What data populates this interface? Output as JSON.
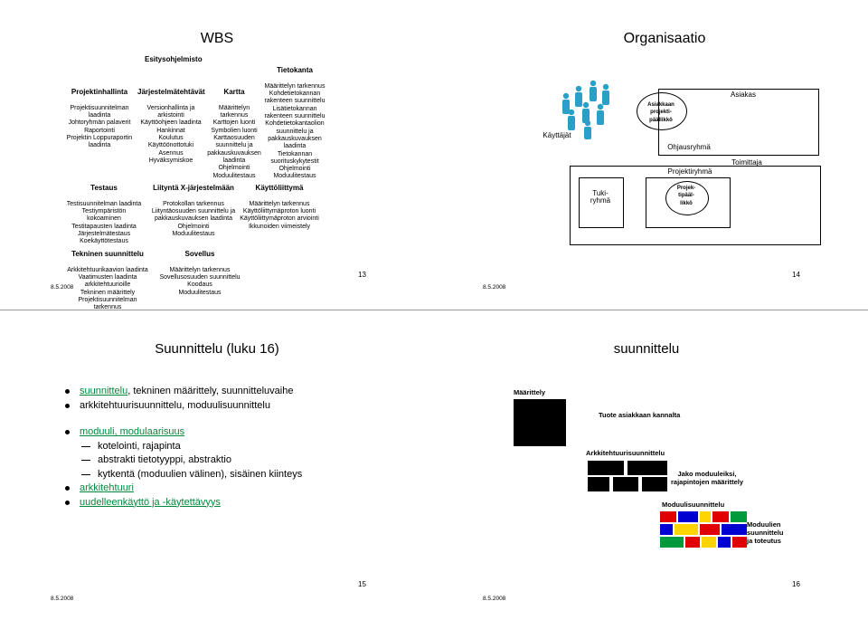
{
  "p13": {
    "title": "WBS",
    "header": "Esitysohjelmisto",
    "col1": {
      "head": "Projektinhallinta",
      "body": "Projektisuunnitelman\nlaadinta\nJohtoryhmän palaverit\nRaportointi\nProjektin Loppuraportin\nlaadinta"
    },
    "col2": {
      "head": "Järjestelmätehtävät",
      "body": "Versionhallinta ja\narkistointi\nKäyttöohjeen laadinta\nHankinnat\nKoulutus\nKäyttöönottotuki\nAsennus\nHyväksymiskoe"
    },
    "col3": {
      "head": "Kartta",
      "body": "Määrittelyn\ntarkennus\nKarttojen luonti\nSymbolien luonti\nKarttaosuuden\nsuunnittelu ja\npakkauskuvauksen\nlaadinta\nOhjelmointi\nModuulitestaus"
    },
    "col4": {
      "head": "Tietokanta",
      "body": "Määrittelyn tarkennus\nKohdetietokannan\nrakenteen suunnittelu\nLisätietokannan\nrakenteen suunnittelu\nKohdetietokantaolion\nsuunnittelu ja\npakkauskuvauksen\nlaadinta\nTietokannan\nsuorituskykytestit\nOhjelmointi\nModuulitestaus"
    },
    "row2a": {
      "head": "Testaus",
      "body": "Testisuunnitelman laadinta\nTestiympäristön\nkokoaminen\nTestitapausten laadinta\nJärjestelmätestaus\nKoekäyttötestaus"
    },
    "row2b": {
      "head": "Liityntä X-järjestelmään",
      "body": "Protokollan tarkennus\nLiityntäosuuden suunnittelu ja\npakkauskuvauksen laadinta\nOhjelmointi\nModuulitestaus"
    },
    "row2c": {
      "head": "Käyttöliittymä",
      "body": "Määrittelyn tarkennus\nKäyttöliittymäproton luonti\nKäyttöliittymäproton arviointi\nIkkunoiden viimeistely"
    },
    "row3a": {
      "head": "Tekninen suunnittelu",
      "body": "Arkkitehtuurikaavion laadinta\nVaatimusten laadinta\narkkitehtuurioille\nTekninen määrittely\nProjektisuunnitelman\ntarkennus"
    },
    "row3b": {
      "head": "Sovellus",
      "body": "Määrittelyn tarkennus\nSovellusosuuden suunnittelu\nKoodaus\nModuulitestaus"
    },
    "date": "8.5.2008",
    "num": "13"
  },
  "p14": {
    "title": "Organisaatio",
    "users": "Käyttäjät",
    "customer_pm": "Asiakkaan\nprojekti-\npäällikkö",
    "customer": "Asiakas",
    "steering": "Ohjausryhmä",
    "supplier": "Toimittaja",
    "project_group": "Projektiryhmä",
    "support": "Tuki-\nryhmä",
    "pm": "Projek-\ntipääl-\nlikkö",
    "date": "8.5.2008",
    "num": "14"
  },
  "p15": {
    "title": "Suunnittelu (luku 16)",
    "bullets": [
      {
        "link": "suunnittelu",
        "rest": ", tekninen määrittely, suunnitteluvaihe",
        "level": 1
      },
      {
        "link": "",
        "rest": "arkkitehtuurisuunnittelu, moduulisuunnittelu",
        "level": 1
      },
      {
        "link": "moduuli, modulaarisuus",
        "rest": "",
        "level": 1
      },
      {
        "link": "",
        "rest": "kotelointi, rajapinta",
        "level": 2
      },
      {
        "link": "",
        "rest": "abstrakti tietotyyppi, abstraktio",
        "level": 2
      },
      {
        "link": "",
        "rest": "kytkentä (moduulien välinen), sisäinen kiinteys",
        "level": 2
      },
      {
        "link": "arkkitehtuuri",
        "rest": "",
        "level": 1
      },
      {
        "link": "uudelleenkäyttö ja -käytettävyys",
        "rest": "",
        "level": 1
      }
    ],
    "date": "8.5.2008",
    "num": "15"
  },
  "p16": {
    "title": "suunnittelu",
    "spec": "Määrittely",
    "product": "Tuote asiakkaan kannalta",
    "arch": "Arkkitehtuurisuunnittelu",
    "split": "Jako moduuleiksi,\nrajapintojen määrittely",
    "modspec": "Moduulisuunnittelu",
    "modplan": "Moduulien\nsuunnittelu\nja toteutus",
    "date": "8.5.2008",
    "num": "16"
  },
  "colors": {
    "link": "#00893c",
    "red": "#e00000",
    "blue": "#0000d0",
    "yellow": "#ffd400",
    "green": "#009a3c",
    "person": "#2aa0c8"
  }
}
